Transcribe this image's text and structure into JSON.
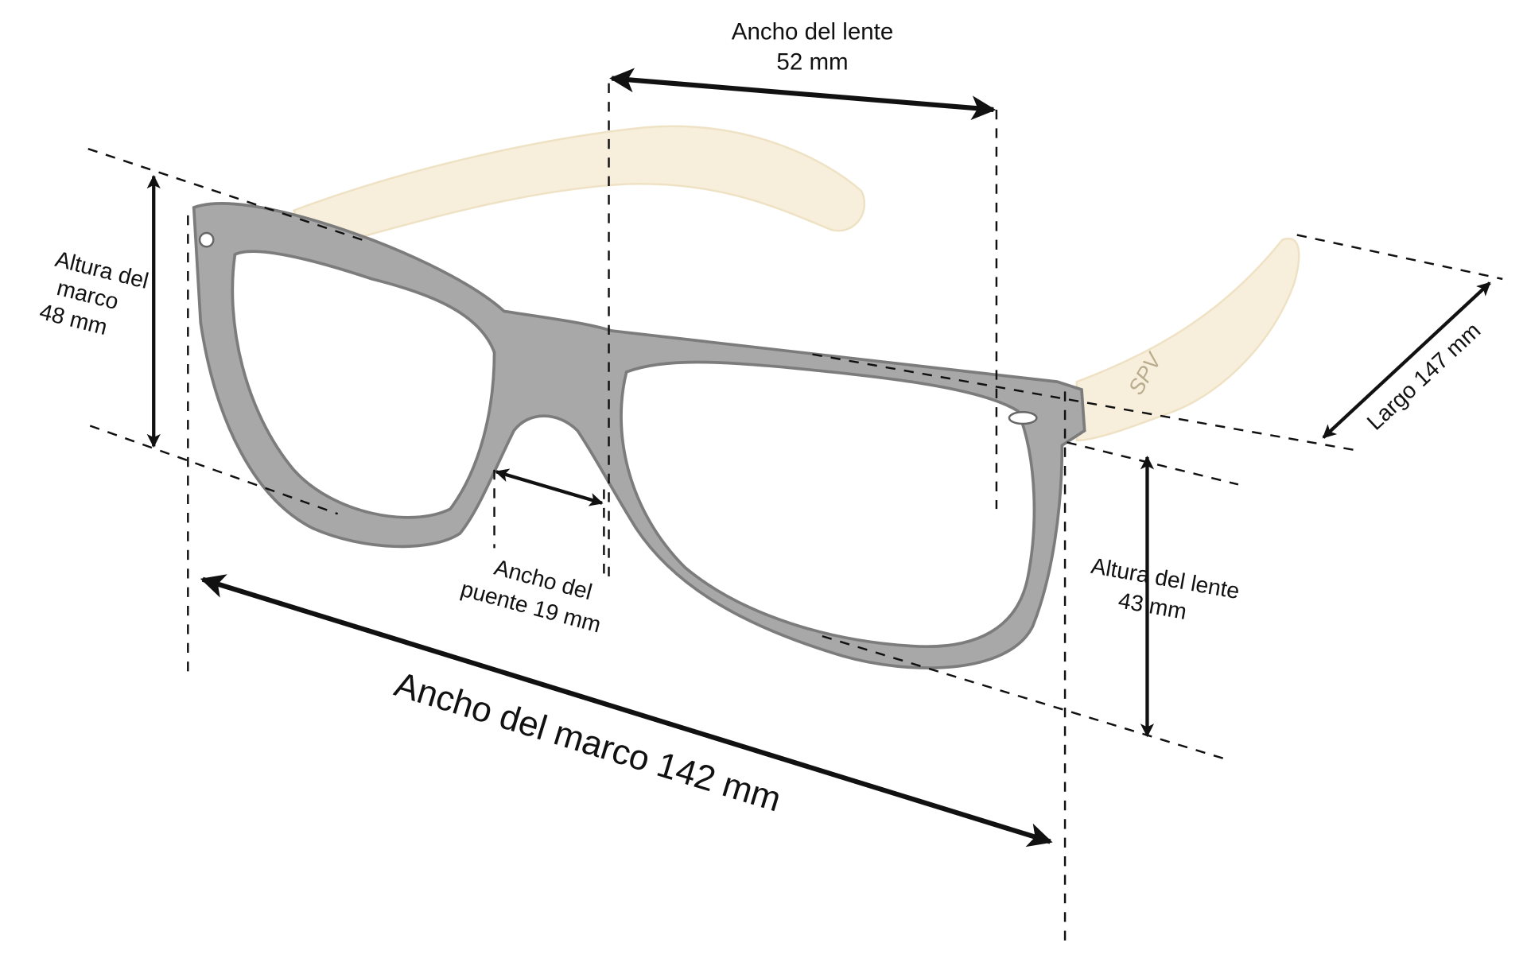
{
  "diagram": {
    "subject": "glasses",
    "logo_text": "SPV",
    "colors": {
      "frame": "#a6a6a6",
      "frame_edge": "#7a7a7a",
      "temple": "#f6ecd6",
      "ink": "#111111"
    },
    "dimensions": {
      "lens_width": {
        "label": "Ancho del lente",
        "value": "52 mm"
      },
      "frame_height": {
        "label_line1": "Altura del",
        "label_line2": "marco",
        "value": "48 mm"
      },
      "bridge_width": {
        "label_line1": "Ancho del",
        "label_line2": "puente 19 mm"
      },
      "frame_width": {
        "label": "Ancho del marco 142 mm"
      },
      "lens_height": {
        "label": "Altura del lente",
        "value": "43 mm"
      },
      "temple_length": {
        "label": "Largo 147 mm"
      }
    }
  }
}
